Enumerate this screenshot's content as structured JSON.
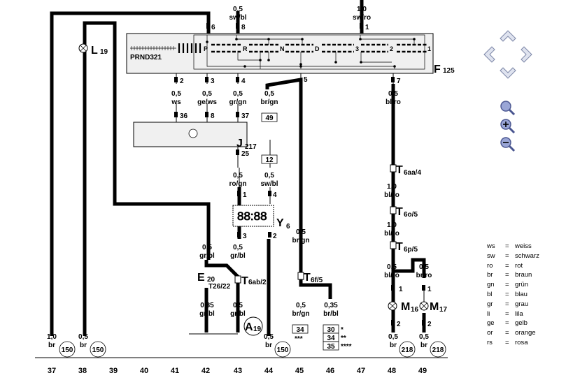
{
  "components": {
    "f125": {
      "letter": "F",
      "sub": "125",
      "label": "PRND321",
      "positions": [
        "P",
        "R",
        "N",
        "D",
        "3",
        "2",
        "1"
      ]
    },
    "l19": {
      "letter": "L",
      "sub": "19"
    },
    "j217": {
      "letter": "J",
      "sub": "217"
    },
    "y6": {
      "letter": "Y",
      "sub": "6"
    },
    "e20": {
      "letter": "E",
      "sub": "20"
    },
    "a19": {
      "letter": "A",
      "sub": "19"
    },
    "m16": {
      "letter": "M",
      "sub": "16"
    },
    "m17": {
      "letter": "M",
      "sub": "17"
    },
    "t6aa4": {
      "letter": "T",
      "sub": "6aa/4"
    },
    "t6o5": {
      "letter": "T",
      "sub": "6o/5"
    },
    "t6p5": {
      "letter": "T",
      "sub": "6p/5"
    },
    "t6f5": {
      "letter": "T",
      "sub": "6f/5"
    },
    "t6ab2": {
      "letter": "T",
      "sub": "6ab/2"
    },
    "t2622": {
      "text": "T26/22"
    }
  },
  "wires": {
    "top_sw_bl": {
      "size": "0,5",
      "color": "sw/bl"
    },
    "top_sw_ro": {
      "size": "1,0",
      "color": "sw/ro"
    },
    "w_ws": {
      "size": "0,5",
      "color": "ws"
    },
    "w_ge_ws": {
      "size": "0,5",
      "color": "ge/ws"
    },
    "w_gr_gn": {
      "size": "0,5",
      "color": "gr/gn"
    },
    "w_br_gn_top": {
      "size": "0,5",
      "color": "br/gn"
    },
    "w_bl_ro_top": {
      "size": "0,5",
      "color": "bl/ro"
    },
    "w_ro_gn": {
      "size": "0,5",
      "color": "ro/gn"
    },
    "w_sw_bl": {
      "size": "0,5",
      "color": "sw/bl"
    },
    "w_bl_ro_1": {
      "size": "1,0",
      "color": "bl/ro"
    },
    "w_bl_ro_2": {
      "size": "1,0",
      "color": "bl/ro"
    },
    "w_br_gn_mid": {
      "size": "0,5",
      "color": "br/gn"
    },
    "w_gr_bl_42": {
      "size": "0,5",
      "color": "gr/bl"
    },
    "w_gr_bl_43": {
      "size": "0,5",
      "color": "gr/bl"
    },
    "w_bl_ro_48": {
      "size": "0,5",
      "color": "bl/ro"
    },
    "w_br_ro_49": {
      "size": "0,5",
      "color": "br/ro"
    },
    "w_gr_bl_42b": {
      "size": "0,35",
      "color": "gr/bl"
    },
    "w_gr_bl_43b": {
      "size": "0,5",
      "color": "gr/bl"
    },
    "w_br_gn_45": {
      "size": "0,5",
      "color": "br/gn"
    },
    "w_br_bl_46": {
      "size": "0,35",
      "color": "br/bl"
    },
    "w_br_37": {
      "size": "1,0",
      "color": "br"
    },
    "w_br_38": {
      "size": "0,5",
      "color": "br"
    },
    "w_br_44": {
      "size": "0,5",
      "color": "br"
    },
    "w_br_48": {
      "size": "0,5",
      "color": "br"
    },
    "w_br_49": {
      "size": "0,5",
      "color": "br"
    }
  },
  "pins": {
    "p6": "6",
    "p8top": "8",
    "p1top": "1",
    "p2": "2",
    "p3": "3",
    "p4": "4",
    "p5": "5",
    "p7": "7",
    "p36": "36",
    "p8": "8",
    "p37": "37",
    "p25": "25",
    "p1y": "1",
    "p4y": "4",
    "p3y": "3",
    "p2y": "2",
    "p1m16": "1",
    "p1m17": "1",
    "p2m16": "2",
    "p2m17": "2"
  },
  "boxes": {
    "b49": "49",
    "b12": "12",
    "b34a": "34",
    "b30": "30",
    "b34b": "34",
    "b35": "35"
  },
  "notes": {
    "n_star3": "***",
    "n_star1": "*",
    "n_star2": "**",
    "n_star4": "****"
  },
  "grounds": {
    "g37": "150",
    "g38": "150",
    "g44": "150",
    "g48": "218",
    "g49": "218"
  },
  "columns": [
    "37",
    "38",
    "39",
    "40",
    "41",
    "42",
    "43",
    "44",
    "45",
    "46",
    "47",
    "48",
    "49"
  ],
  "display": {
    "digits": "88:88"
  },
  "legend": [
    {
      "code": "ws",
      "eq": "=",
      "name": "weiss"
    },
    {
      "code": "sw",
      "eq": "=",
      "name": "schwarz"
    },
    {
      "code": "ro",
      "eq": "=",
      "name": "rot"
    },
    {
      "code": "br",
      "eq": "=",
      "name": "braun"
    },
    {
      "code": "gn",
      "eq": "=",
      "name": "grün"
    },
    {
      "code": "bl",
      "eq": "=",
      "name": "blau"
    },
    {
      "code": "gr",
      "eq": "=",
      "name": "grau"
    },
    {
      "code": "li",
      "eq": "=",
      "name": "lila"
    },
    {
      "code": "ge",
      "eq": "=",
      "name": "gelb"
    },
    {
      "code": "or",
      "eq": "=",
      "name": "orange"
    },
    {
      "code": "rs",
      "eq": "=",
      "name": "rosa"
    }
  ],
  "icons": {
    "nav": [
      "arrow-up-icon",
      "arrow-left-icon",
      "arrow-right-icon",
      "arrow-down-icon"
    ],
    "zoom": [
      "zoom-magnifier-icon",
      "zoom-in-icon",
      "zoom-out-icon"
    ]
  },
  "colors": {
    "line": "#000000",
    "panel": "#f0f0f0",
    "nav_fill": "#dfe3ef",
    "nav_stroke": "#7e88a8",
    "zoom_fill": "#6877b8"
  }
}
